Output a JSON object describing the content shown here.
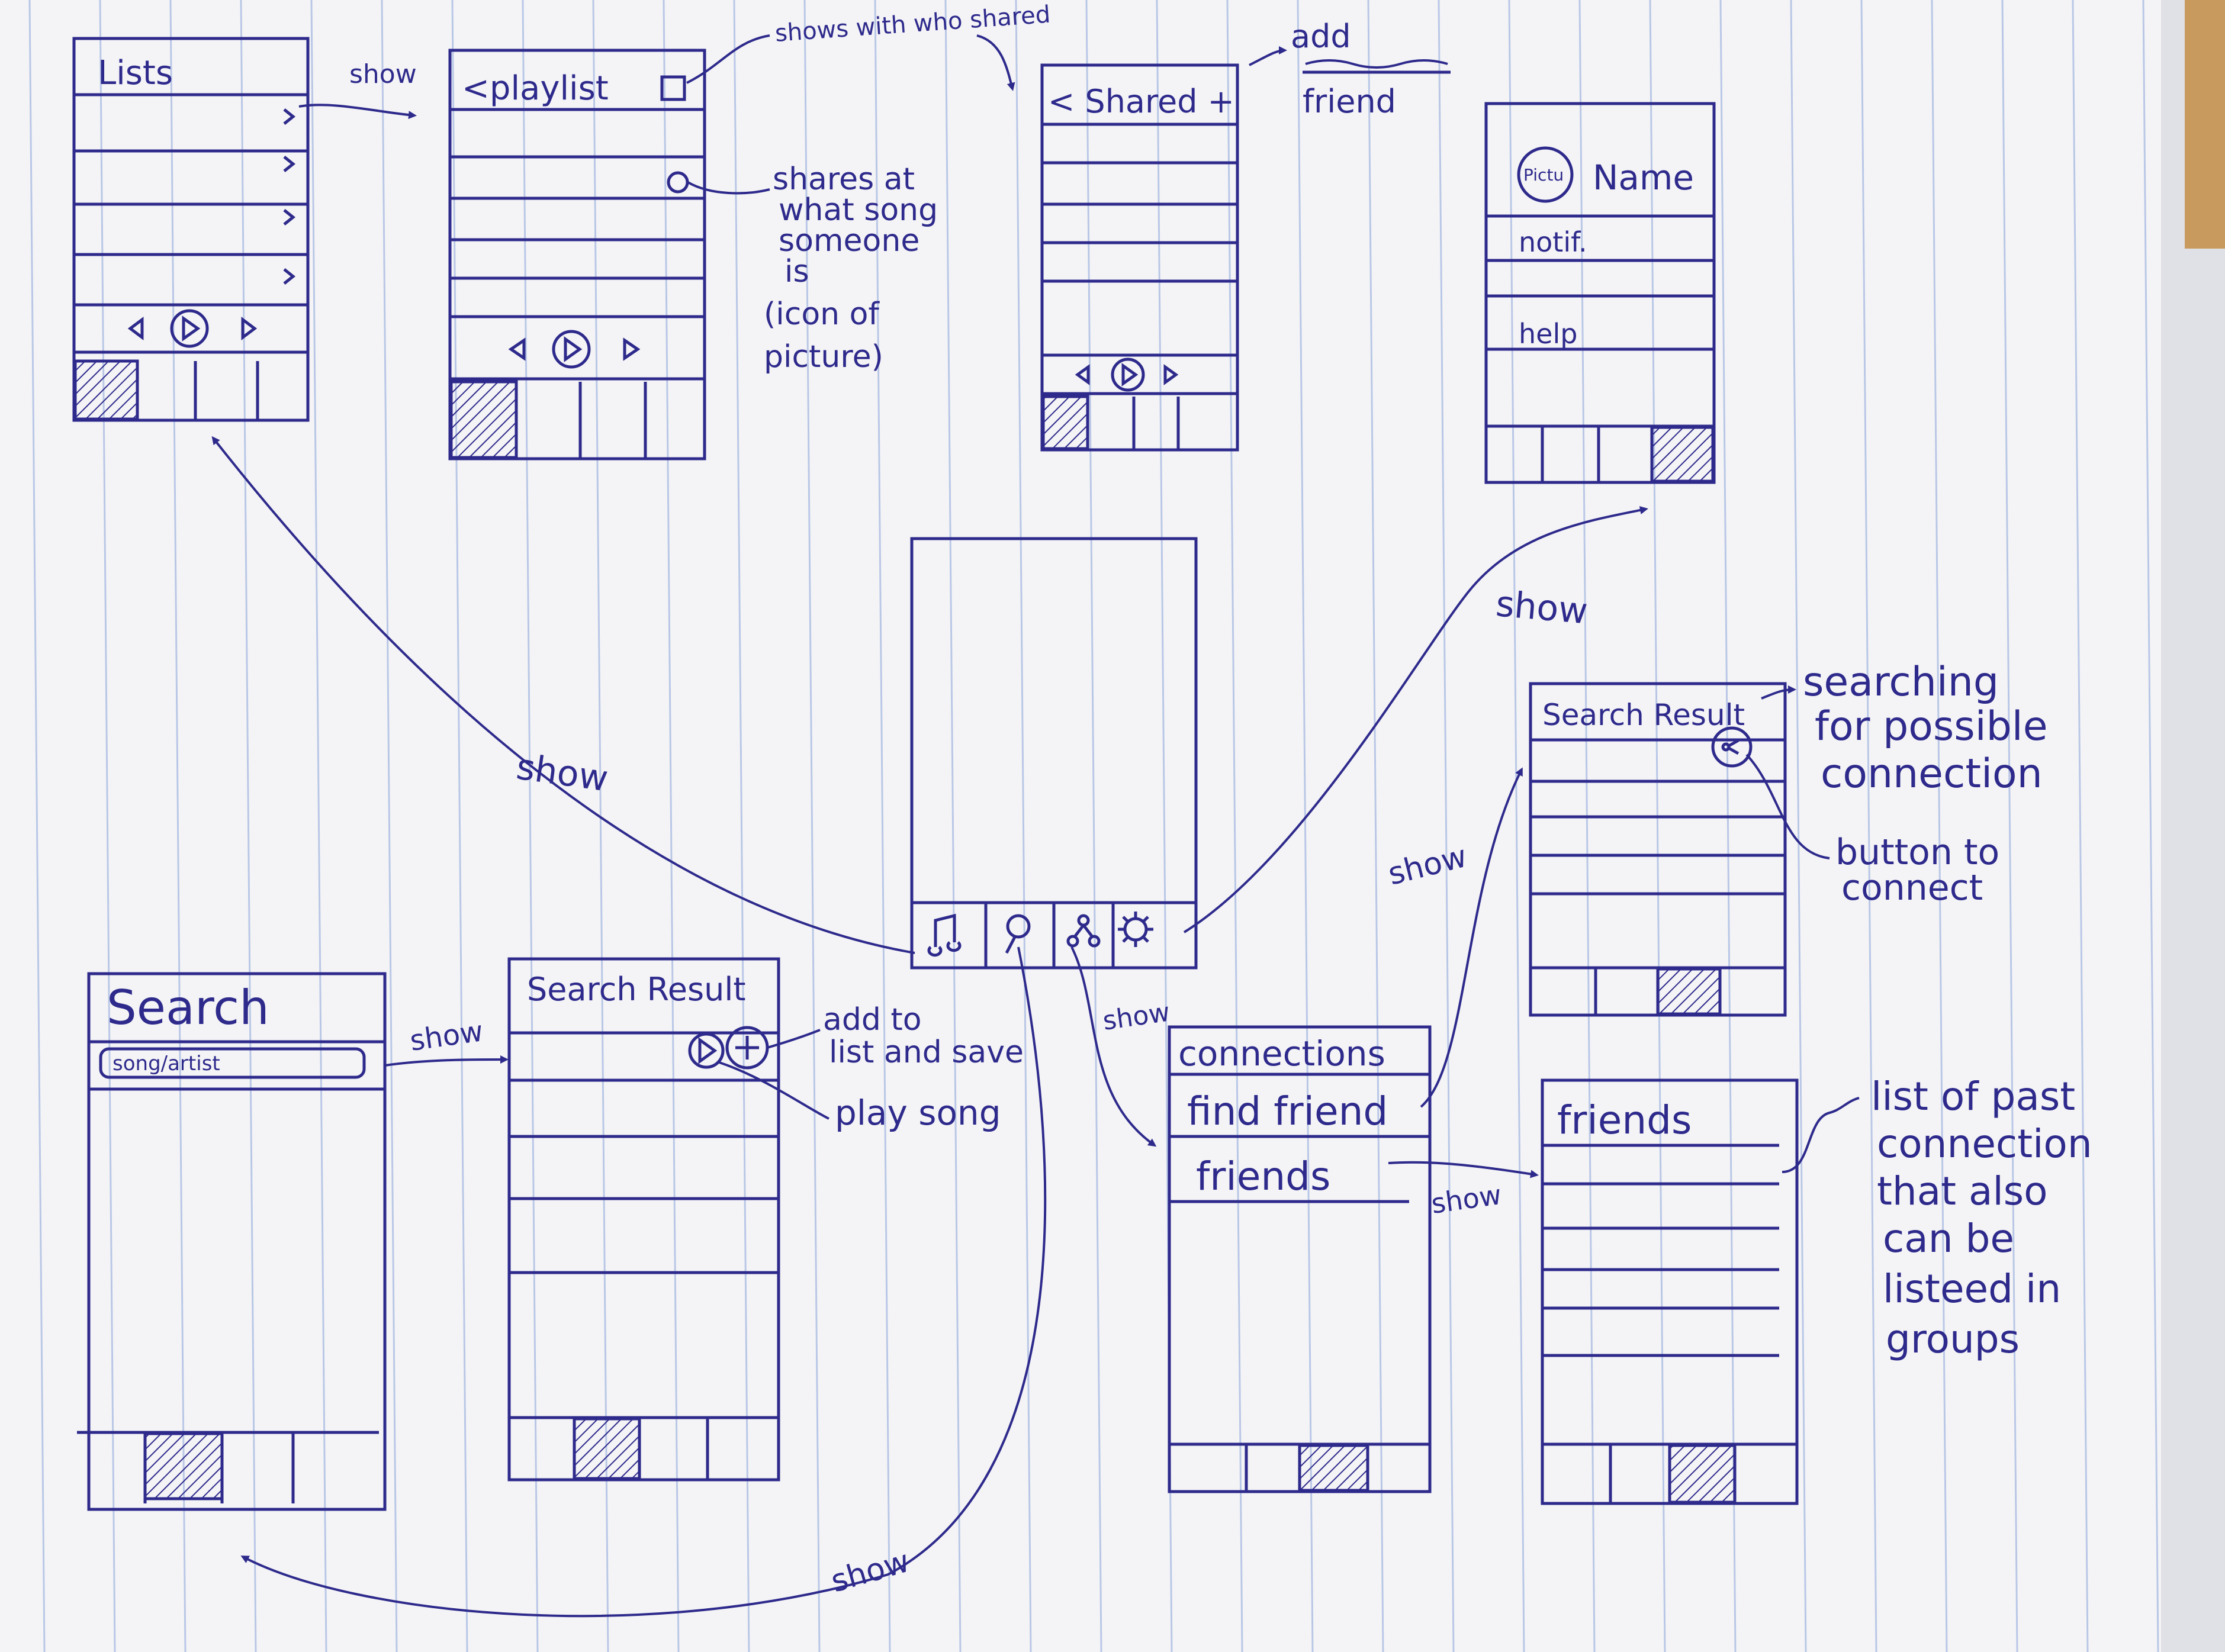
{
  "colors": {
    "paper": "#f4f4f6",
    "rule_line": "#b9c7e6",
    "ink": "#2e2a8c",
    "table_wood": "#c89a5e",
    "backdrop": "#dfe1e6"
  },
  "screens": {
    "lists": {
      "title": "Lists",
      "row_icon": "chevron-right-icon",
      "player_controls": [
        "prev-icon",
        "play-icon",
        "next-icon"
      ]
    },
    "playlist": {
      "title": "<playlist",
      "player_controls": [
        "prev-icon",
        "play-icon",
        "next-icon"
      ]
    },
    "shared": {
      "title": "< Shared +",
      "player_controls": [
        "prev-icon",
        "play-icon",
        "next-icon"
      ]
    },
    "profile": {
      "picture_label": "Pictu",
      "name_label": "Name",
      "rows": [
        "notif.",
        "help"
      ]
    },
    "home": {
      "nav_icons": [
        "music-note-icon",
        "search-icon",
        "share-icon",
        "gear-icon"
      ]
    },
    "search_result_connect": {
      "title": "Search Result"
    },
    "search": {
      "title": "Search",
      "search_placeholder": "song/artist"
    },
    "search_result": {
      "title": "Search Result"
    },
    "connections": {
      "title": "connections",
      "items": [
        "find friend",
        "friends"
      ]
    },
    "friends": {
      "title": "friends"
    }
  },
  "arrow_labels": {
    "lists_to_playlist": "show",
    "home_to_lists": "show",
    "home_to_profile": "show",
    "search_to_result": "show",
    "home_to_connections": "show",
    "find_friend_to_result": "show",
    "friends_to_list": "show",
    "home_to_search": "show"
  },
  "annotations": {
    "shows_shared": "shows with who shared",
    "shares_song": [
      "shares at",
      "what song",
      "someone",
      "is",
      "(icon of",
      "picture)"
    ],
    "add_friend": [
      "add",
      "friend"
    ],
    "searching": [
      "searching",
      "for possible",
      "connection"
    ],
    "button_connect": [
      "button to",
      "connect"
    ],
    "add_to_list": [
      "add to",
      "list and save"
    ],
    "play_song": "play song",
    "past_connections": [
      "list of past",
      "connection",
      "that also",
      "can be",
      "listeed in",
      "groups"
    ]
  }
}
